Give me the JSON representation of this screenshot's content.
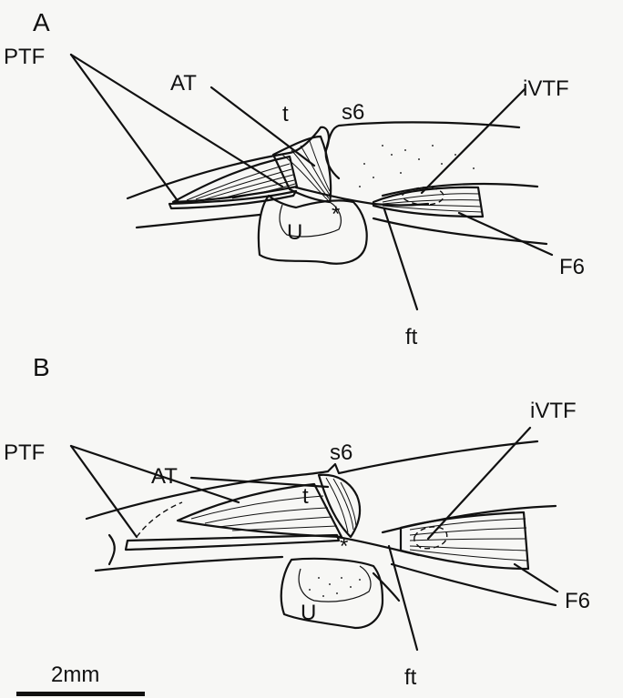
{
  "panels": [
    {
      "panel_label": "A",
      "labels": {
        "ptf": "PTF",
        "at": "AT",
        "t": "t",
        "s6": "s6",
        "ivtf": "iVTF",
        "f6": "F6",
        "ft": "ft",
        "u": "U",
        "asterisk": "*"
      }
    },
    {
      "panel_label": "B",
      "labels": {
        "ptf": "PTF",
        "at": "AT",
        "t": "t",
        "s6": "s6",
        "ivtf": "iVTF",
        "f6": "F6",
        "ft": "ft",
        "u": "U",
        "asterisk": "*"
      }
    }
  ],
  "scale_bar": {
    "label": "2mm"
  }
}
